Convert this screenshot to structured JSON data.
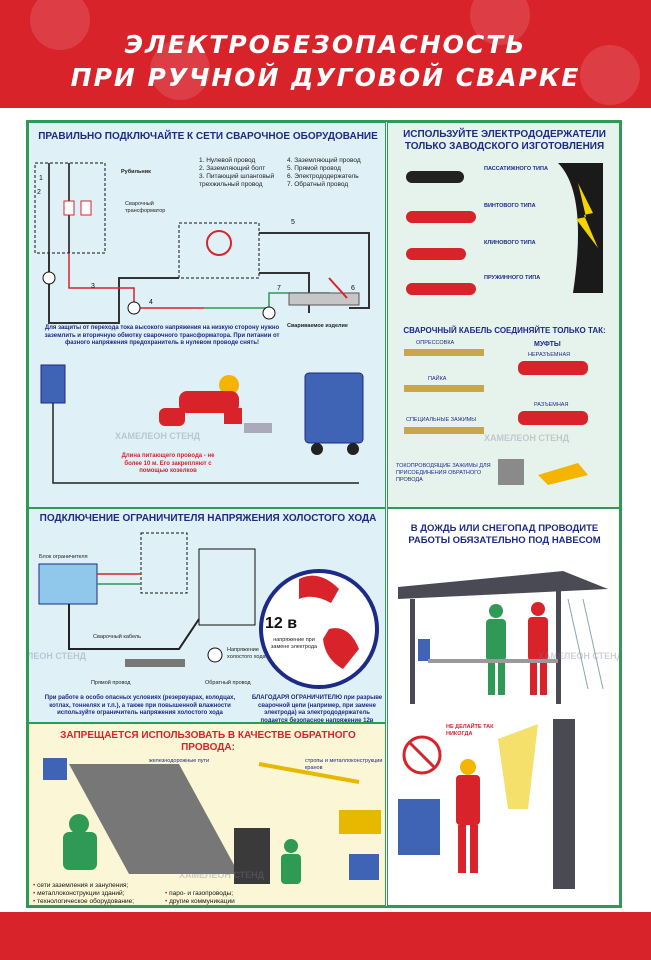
{
  "title": {
    "line1": "ЭЛЕКТРОБЕЗОПАСНОСТЬ",
    "line2": "ПРИ РУЧНОЙ ДУГОВОЙ СВАРКЕ"
  },
  "watermark": "ХАМЕЛЕОН СТЕНД",
  "colors": {
    "band": "#d9232b",
    "frame": "#2f9a55",
    "heading": "#1d2a86",
    "warning": "#d9232b"
  },
  "section_connect": {
    "heading": "ПРАВИЛЬНО ПОДКЛЮЧАЙТЕ К СЕТИ СВАРОЧНОЕ ОБОРУДОВАНИЕ",
    "label_switch": "Рубильник",
    "label_transformer": "Сварочный трансформатор",
    "label_workpiece": "Свариваемое изделие",
    "legend_left": [
      "1. Нулевой провод",
      "2. Заземляющий болт",
      "3. Питающий шланговый трехжильный провод"
    ],
    "legend_right": [
      "4. Заземляющий провод",
      "5. Прямой провод",
      "6. Электрододержатель",
      "7. Обратный провод"
    ],
    "numbers": [
      "1",
      "2",
      "3",
      "4",
      "5",
      "6",
      "7"
    ],
    "warning": "Для защиты от перехода тока высокого напряжения на низкую сторону нужно заземлить и вторичную обмотку сварочного трансформатора. При питании от фазного напряжения предохранитель в нулевом проводе снять!",
    "cable_note": "Длина питающего провода - не более 10 м. Его закрепляют с помощью козелков"
  },
  "section_holders": {
    "heading": "ИСПОЛЬЗУЙТЕ ЭЛЕКТРОДОДЕРЖАТЕЛИ ТОЛЬКО ЗАВОДСКОГО ИЗГОТОВЛЕНИЯ",
    "types": [
      "ПАССАТИЖНОГО ТИПА",
      "ВИНТОВОГО ТИПА",
      "КЛИНОВОГО ТИПА",
      "ПРУЖИННОГО ТИПА"
    ],
    "cable_heading": "СВАРОЧНЫЙ КАБЕЛЬ СОЕДИНЯЙТЕ ТОЛЬКО ТАК:",
    "cable_labels": [
      "ОПРЕССОВКА",
      "ПАЙКА",
      "СПЕЦИАЛЬНЫЕ ЗАЖИМЫ",
      "МУФТЫ",
      "НЕРАЗЪЕМНАЯ",
      "РАЗЪЕМНАЯ"
    ],
    "clamp_note": "ТОКОПРОВОДЯЩИЕ ЗАЖИМЫ ДЛЯ ПРИСОЕДИНЕНИЯ ОБРАТНОГО ПРОВОДА"
  },
  "section_limiter": {
    "heading": "ПОДКЛЮЧЕНИЕ ОГРАНИЧИТЕЛЯ НАПРЯЖЕНИЯ ХОЛОСТОГО ХОДА",
    "label_block": "Блок ограничителя",
    "label_cable": "Сварочный кабель",
    "label_direct": "Прямой провод",
    "label_return": "Обратный провод",
    "label_idle": "Напряжение холостого хода",
    "voltage": "12 в",
    "voltage_caption": "напряжение при замене электрода",
    "note_left": "При работе в особо опасных условиях (резервуарах, колодцах, котлах, тоннелях и т.п.), а также при повышенной влажности используйте ограничитель напряжения холостого хода",
    "note_right": "БЛАГОДАРЯ ОГРАНИЧИТЕЛЮ при разрыве сварочной цепи (например, при замене электрода) на электрододержатель подается безопасное напряжение 12в"
  },
  "section_rain": {
    "heading": "В ДОЖДЬ ИЛИ СНЕГОПАД ПРОВОДИТЕ РАБОТЫ ОБЯЗАТЕЛЬНО ПОД НАВЕСОМ",
    "warning": "НЕ ДЕЛАЙТЕ ТАК НИКОГДА"
  },
  "section_forbidden": {
    "heading": "ЗАПРЕЩАЕТСЯ ИСПОЛЬЗОВАТЬ В КАЧЕСТВЕ ОБРАТНОГО ПРОВОДА:",
    "label_rails": "железнодорожные пути",
    "label_cranes": "стропы и металлоконструкции кранов",
    "items_left": [
      "сети заземления и зануления;",
      "металлоконструкции зданий;",
      "технологическое оборудование;"
    ],
    "items_right": [
      "паро- и газопроводы;",
      "другие коммуникации"
    ]
  }
}
